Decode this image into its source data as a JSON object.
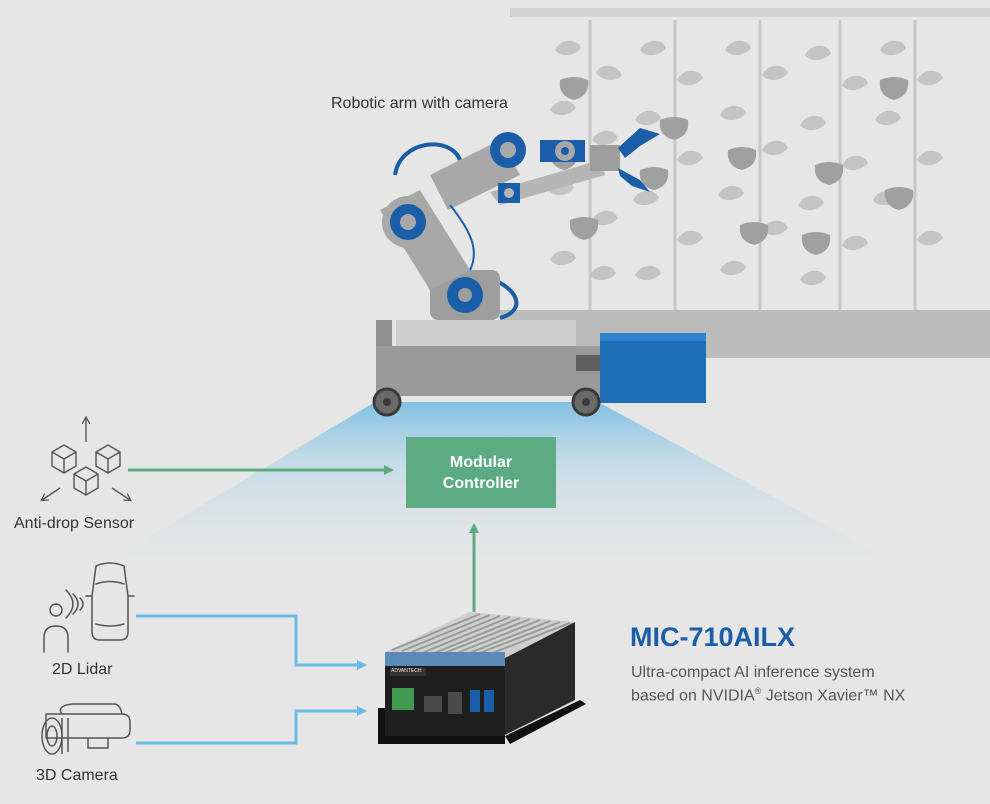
{
  "labels": {
    "robotic_arm": "Robotic arm with camera",
    "controller_line1": "Modular",
    "controller_line2": "Controller",
    "anti_drop": "Anti-drop Sensor",
    "lidar": "2D Lidar",
    "camera": "3D Camera"
  },
  "product": {
    "title": "MIC-710AILX",
    "desc_line1": "Ultra-compact AI inference system",
    "desc_line2_a": "based on NVIDIA",
    "desc_line2_reg": "®",
    "desc_line2_b": " Jetson Xavier™ NX",
    "device_brand": "ADVANTECH"
  },
  "colors": {
    "background": "#e6e6e6",
    "controller_green": "#5cab82",
    "connector_green": "#5cab82",
    "connector_blue": "#6bb9e6",
    "title_blue": "#1a5ea9",
    "arm_blue": "#1a5ea9",
    "arm_grey": "#a6a6a6",
    "plant_grey": "#bfbfbf"
  },
  "icons": [
    "cubes-arrows-icon",
    "car-lidar-icon",
    "security-camera-icon"
  ]
}
